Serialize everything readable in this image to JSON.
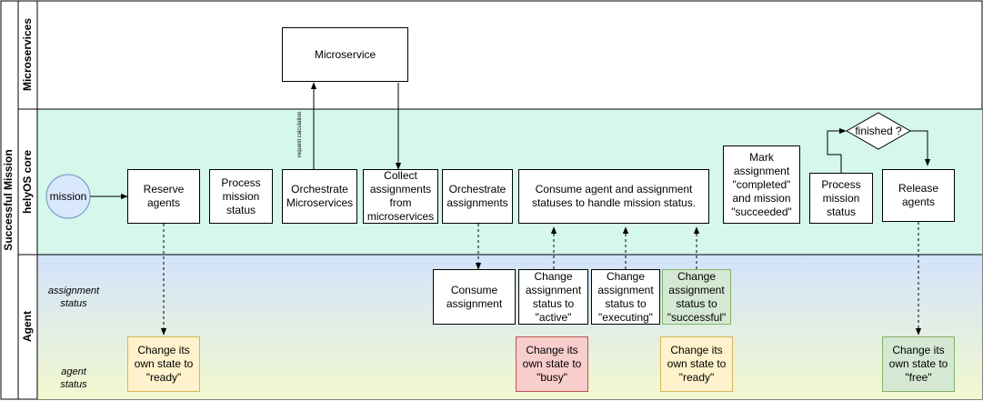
{
  "pool_title": "Successful Mission",
  "lanes": {
    "microservices": "Microservices",
    "core": "helyOS core",
    "agent": "Agent"
  },
  "side_labels": {
    "assignment_status": "assignment\nstatus",
    "agent_status": "agent\nstatus"
  },
  "start_event": "mission",
  "microservice": "Microservice",
  "request_note": "request calculation",
  "core_tasks": {
    "reserve": "Reserve\nagents",
    "process1": "Process\nmission\nstatus",
    "orch_micro": "Orchestrate\nMicroservices",
    "collect": "Collect\nassignments\nfrom\nmicroservices",
    "orch_assign": "Orchestrate\nassignments",
    "consume": "Consume agent and assignment\nstatuses to handle mission status.",
    "mark": "Mark\nassignment\n\"completed\"\nand mission\n\"succeeded\"",
    "process2": "Process\nmission\nstatus",
    "decision": "finished ?",
    "release": "Release\nagents"
  },
  "assignment_tasks": {
    "consume": "Consume\nassignment",
    "active": "Change\nassignment\nstatus to\n\"active\"",
    "executing": "Change\nassignment\nstatus to\n\"executing\"",
    "successful": "Change\nassignment\nstatus to\n\"successful\""
  },
  "agent_tasks": {
    "ready1": "Change its\nown state to\n\"ready\"",
    "busy": "Change its\nown state to\n\"busy\"",
    "ready2": "Change its\nown state to\n\"ready\"",
    "free": "Change its\nown state to\n\"free\""
  },
  "colors": {
    "core_lane": "#d5f7ec",
    "agent_top": "#d2e3fb",
    "agent_bottom": "#f2f8cf",
    "start_fill": "#dae8fc",
    "start_stroke": "#6c8ebf",
    "ready_fill": "#fff2cc",
    "ready_stroke": "#d6b656",
    "busy_fill": "#f8cecc",
    "busy_stroke": "#b85450",
    "green_fill": "#d5e8d4",
    "green_stroke": "#82b366"
  }
}
